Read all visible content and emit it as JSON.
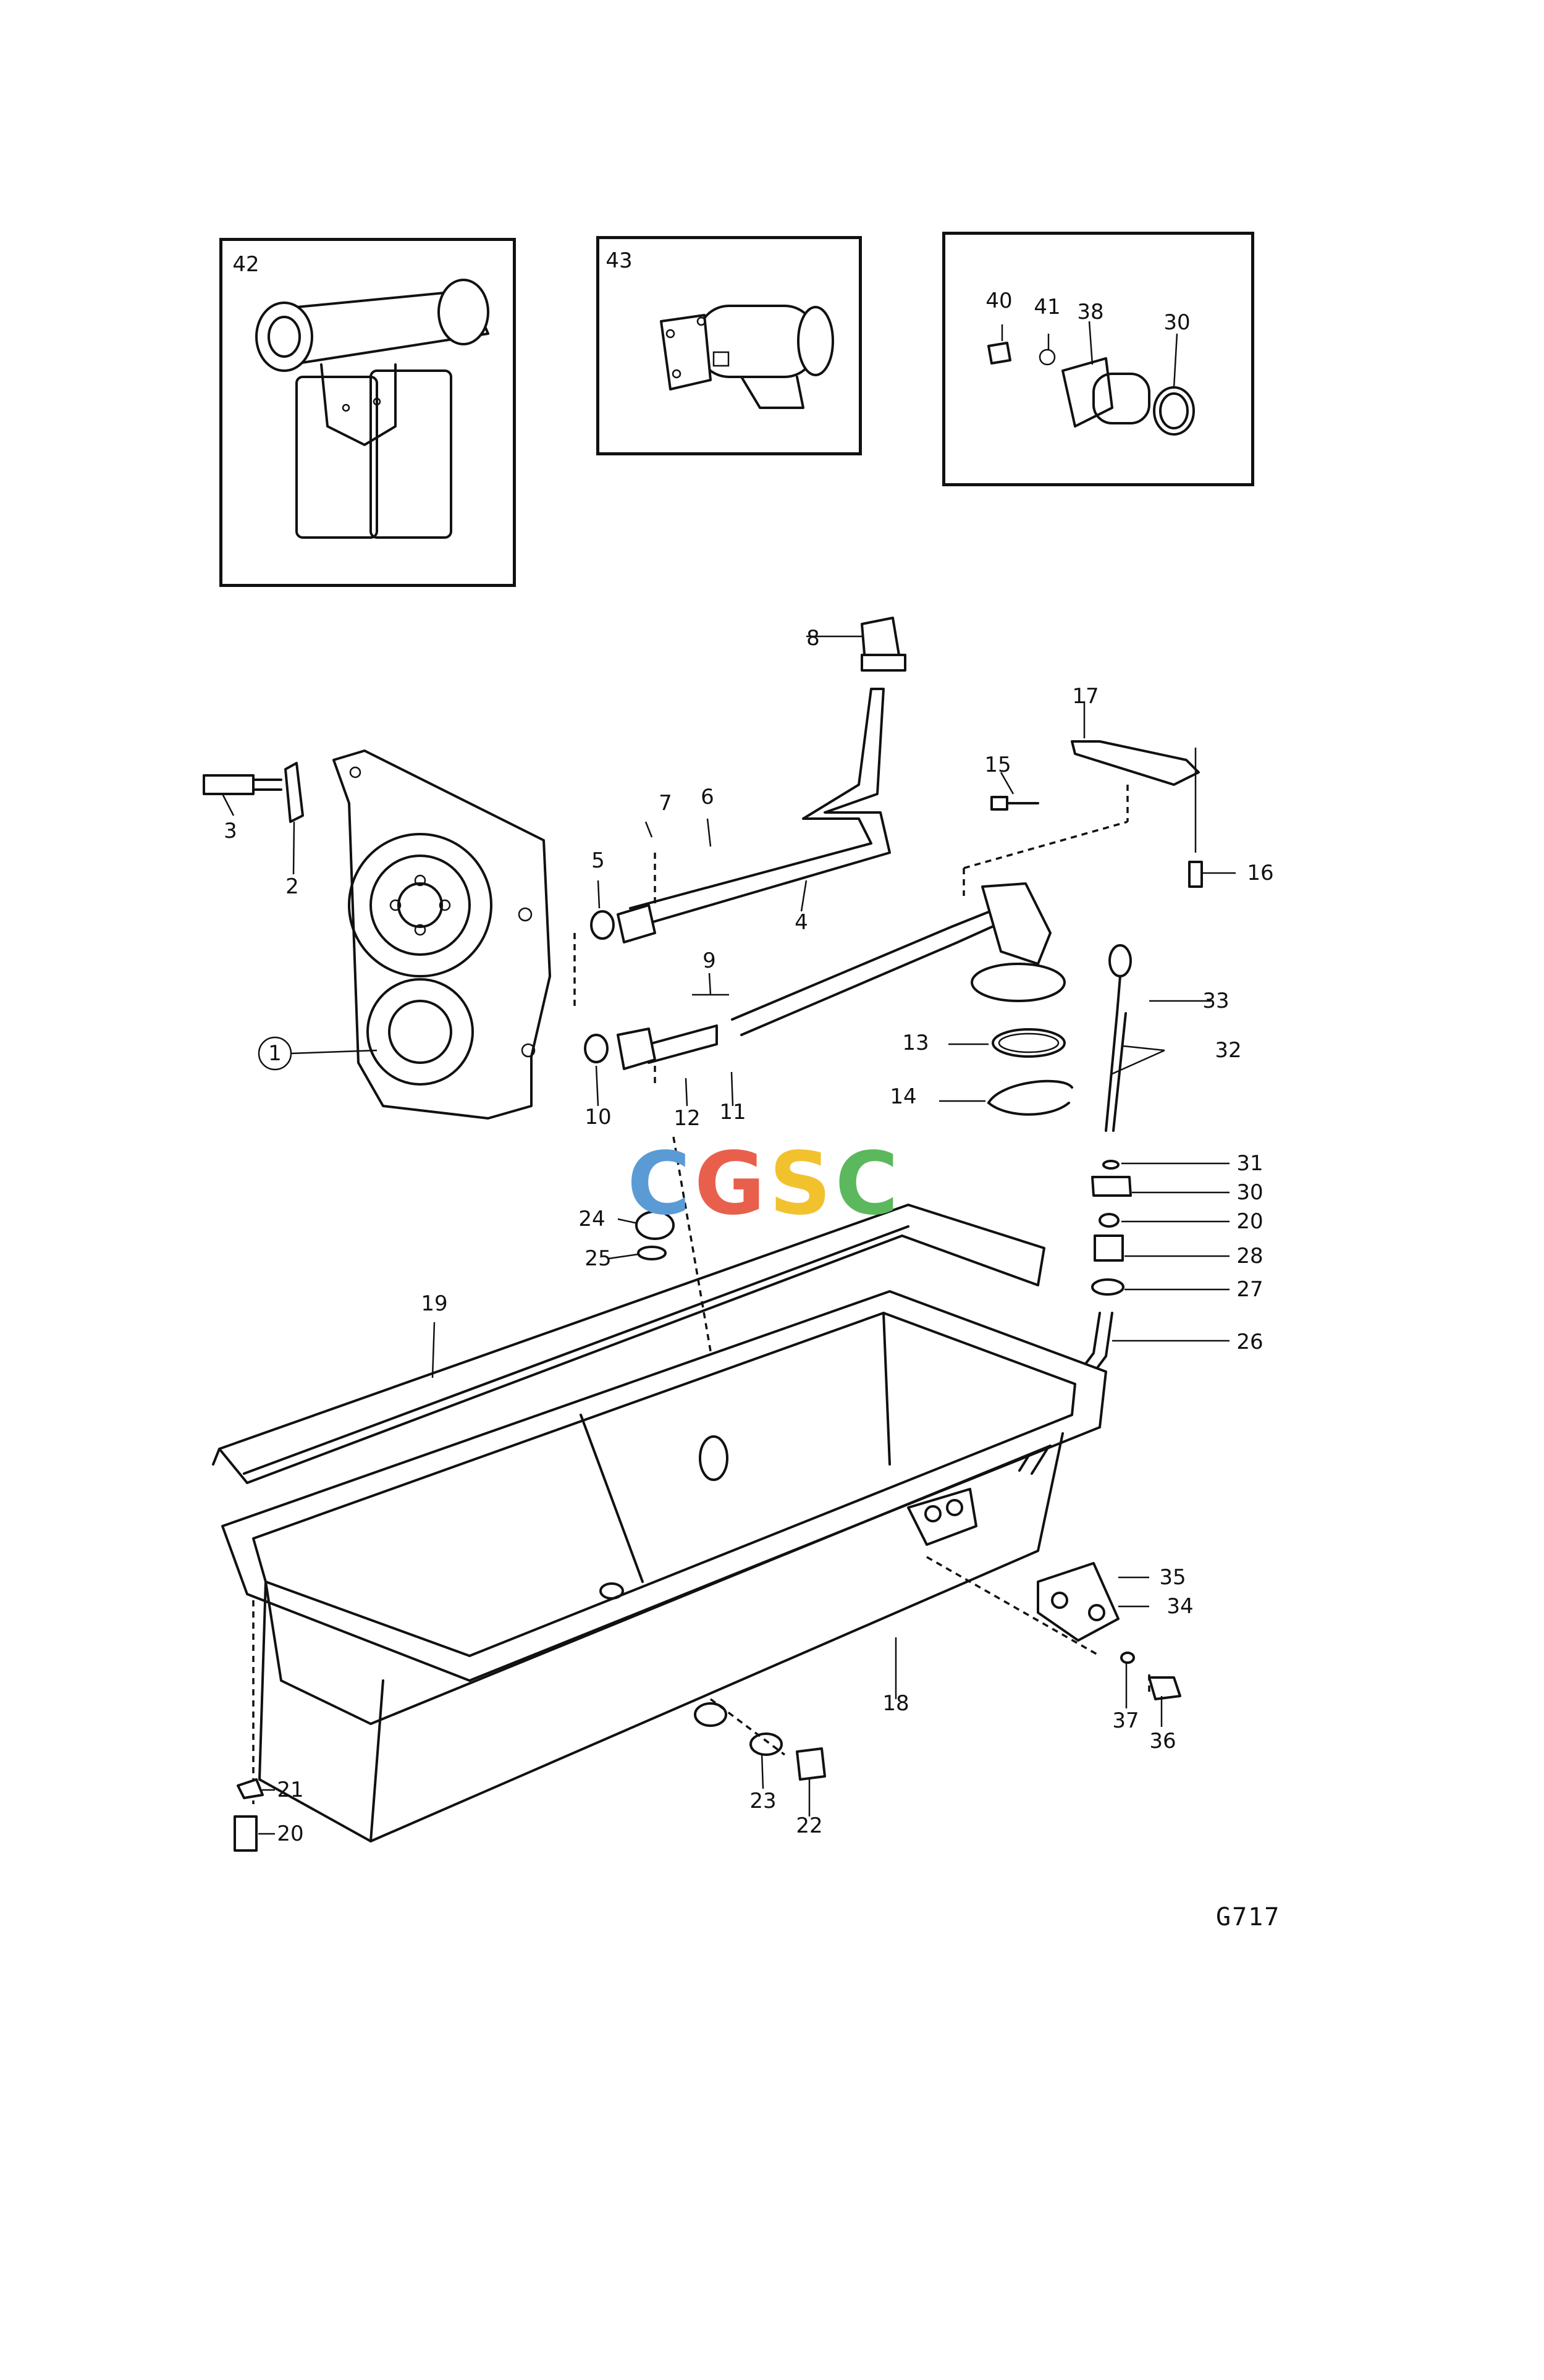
{
  "figure": {
    "code": "G717",
    "watermark": {
      "letters": [
        "C",
        "G",
        "S",
        "C"
      ],
      "colors": [
        "#5b9bd5",
        "#e8604c",
        "#f2c12e",
        "#5cb85c"
      ]
    }
  },
  "insets": [
    {
      "id": "42",
      "label": "42"
    },
    {
      "id": "43",
      "label": "43"
    },
    {
      "id": "detail",
      "labels": [
        "40",
        "41",
        "38",
        "30"
      ]
    }
  ],
  "callouts": [
    "1",
    "2",
    "3",
    "4",
    "5",
    "6",
    "7",
    "8",
    "9",
    "10",
    "11",
    "12",
    "13",
    "14",
    "15",
    "16",
    "17",
    "18",
    "19",
    "20",
    "21",
    "22",
    "23",
    "24",
    "25",
    "26",
    "27",
    "28",
    "20",
    "30",
    "31",
    "32",
    "33",
    "34",
    "35",
    "36",
    "37",
    "20"
  ]
}
